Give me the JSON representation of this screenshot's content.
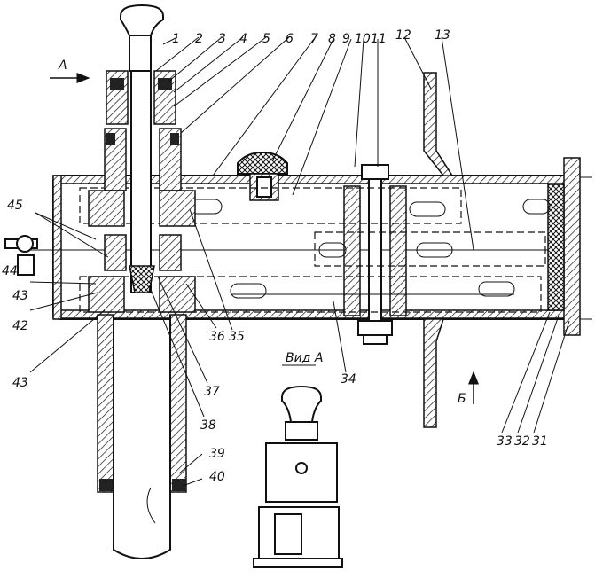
{
  "view_labels": {
    "arrow_a": "A",
    "arrow_b": "Б",
    "view_a_title": "Вид А"
  },
  "callouts": {
    "top": [
      "1",
      "2",
      "3",
      "4",
      "5",
      "6",
      "7",
      "8",
      "9",
      "10",
      "11",
      "12",
      "13"
    ],
    "left_45": "45",
    "left_44": "44",
    "left_43_upper": "43",
    "left_42": "42",
    "left_43_lower": "43",
    "c36": "36",
    "c35": "35",
    "c34": "34",
    "c37": "37",
    "c38": "38",
    "c39": "39",
    "c40": "40",
    "c33": "33",
    "c32": "32",
    "c31": "31"
  }
}
